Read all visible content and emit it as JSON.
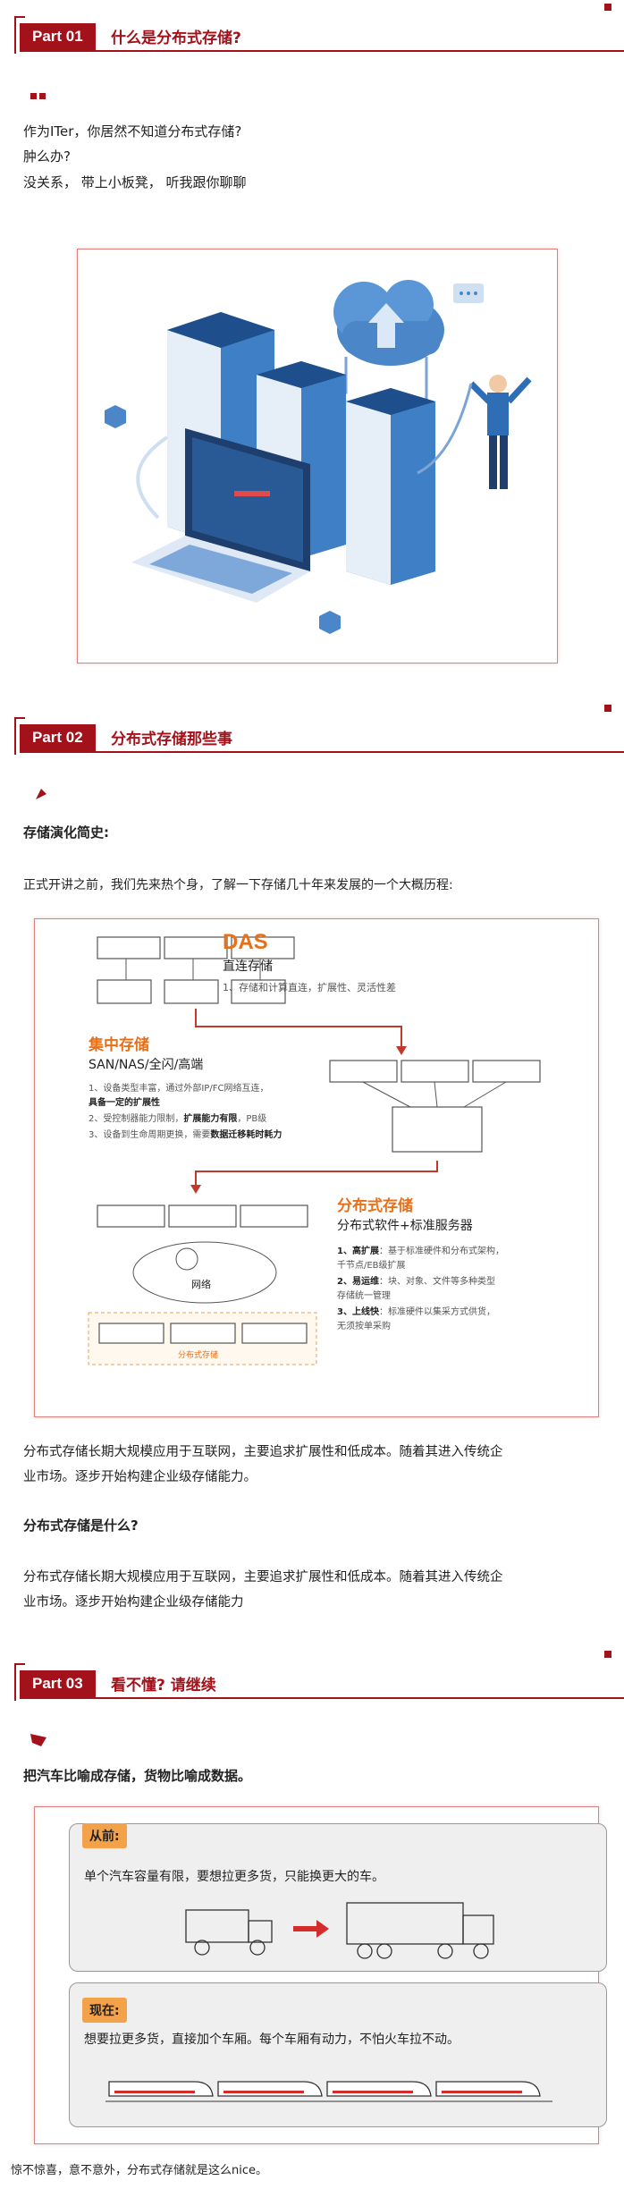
{
  "part1": {
    "badge": "Part 01",
    "title": "什么是分布式存储?"
  },
  "intro": {
    "line1": "作为ITer，你居然不知道分布式存储?",
    "line2": "肿么办?",
    "line3": "没关系， 带上小板凳， 听我跟你聊聊"
  },
  "part2": {
    "badge": "Part 02",
    "title": "分布式存储那些事"
  },
  "history_heading": "存储演化简史:",
  "history_intro": "正式开讲之前，我们先来热个身，了解一下存储几十年来发展的一个大概历程:",
  "diagram": {
    "das": {
      "title": "DAS",
      "subtitle": "直连存储",
      "desc": "1、存储和计算直连，扩展性、灵活性差"
    },
    "central": {
      "title": "集中存储",
      "subtitle": "SAN/NAS/全闪/高端",
      "item1": "1、设备类型丰富，通过外部IP/FC网络互连，",
      "item1b": "具备一定的扩展性",
      "item2a": "2、受控制器能力限制，",
      "item2b": "扩展能力有限",
      "item2c": "，PB级",
      "item3a": "3、设备到生命周期更换，需要",
      "item3b": "数据迁移耗时耗力"
    },
    "distributed": {
      "title": "分布式存储",
      "subtitle": "分布式软件+标准服务器",
      "item1a": "1、高扩展",
      "item1b": "：基于标准硬件和分布式架构，",
      "item1c": "千节点/EB级扩展",
      "item2a": "2、易运维",
      "item2b": "：块、对象、文件等多种类型",
      "item2c": "存储统一管理",
      "item3a": "3、上线快",
      "item3b": "：标准硬件以集采方式供货，",
      "item3c": "无须按单采购"
    },
    "network_label": "网络",
    "cluster_label": "分布式存储"
  },
  "para_a": {
    "line1": "分布式存储长期大规模应用于互联网，主要追求扩展性和低成本。随着其进入传统企",
    "line2": "业市场。逐步开始构建企业级存储能力。"
  },
  "what_heading": "分布式存储是什么?",
  "para_b": {
    "line1": "分布式存储长期大规模应用于互联网，主要追求扩展性和低成本。随着其进入传统企",
    "line2": "业市场。逐步开始构建企业级存储能力"
  },
  "part3": {
    "badge": "Part 03",
    "title": "看不懂? 请继续"
  },
  "analogy": "把汽车比喻成存储，货物比喻成数据。",
  "before": {
    "tag": "从前:",
    "text": "单个汽车容量有限，要想拉更多货，只能换更大的车。"
  },
  "now": {
    "tag": "现在:",
    "text": "想要拉更多货，直接加个车厢。每个车厢有动力，不怕火车拉不动。"
  },
  "closing": "惊不惊喜，意不意外，分布式存储就是这么nice。",
  "colors": {
    "accent": "#a3111a",
    "orange": "#e8701a",
    "tag": "#f3a24a"
  }
}
